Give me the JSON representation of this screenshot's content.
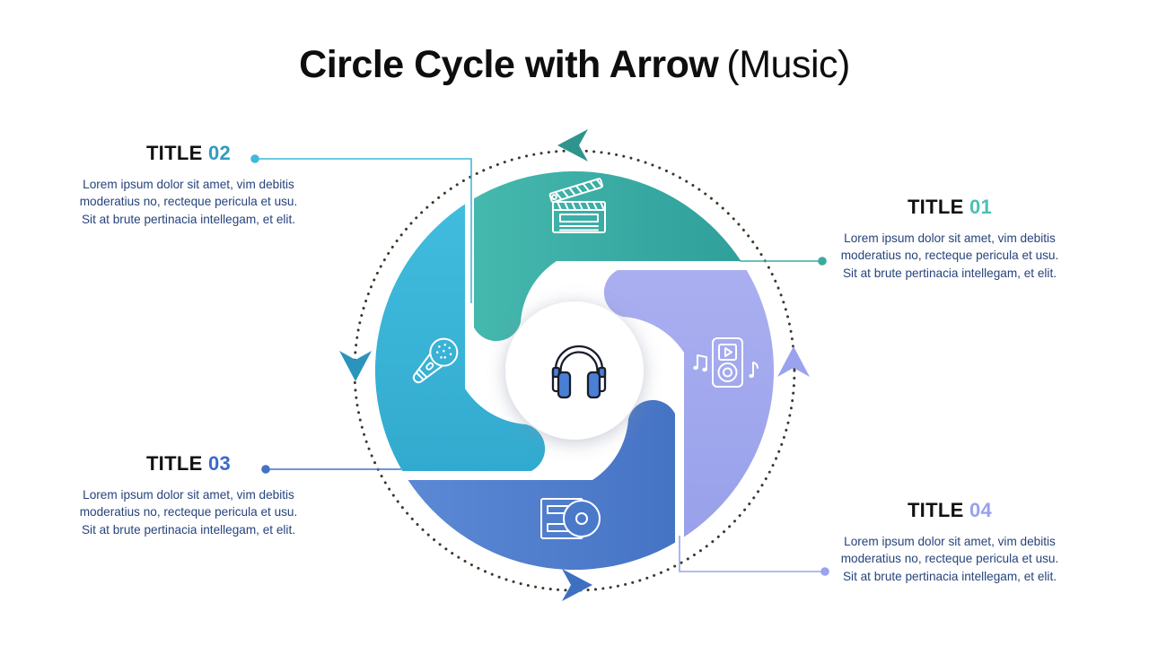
{
  "slide": {
    "title_bold": "Circle Cycle with Arrow",
    "title_light": "(Music)"
  },
  "items": [
    {
      "label": "TITLE",
      "number": "01",
      "number_color": "#4BBFB4",
      "accent_color": "#3AAC9F",
      "segment_color_light": "#4CC0B4",
      "segment_color_dark": "#2E9E99",
      "icon": "clapperboard-icon",
      "body": "Lorem ipsum dolor sit amet, vim debitis moderatius no, recteque pericula et usu. Sit at brute pertinacia intellegam, et elit.",
      "body_lines": [
        "Lorem ipsum dolor sit amet, vim debitis",
        "moderatius no, recteque pericula et usu.",
        "Sit at brute pertinacia intellegam, et elit."
      ]
    },
    {
      "label": "TITLE",
      "number": "02",
      "number_color": "#2C9DC0",
      "accent_color": "#3FB9DC",
      "segment_color_light": "#41BDDE",
      "segment_color_dark": "#2EA5CB",
      "icon": "microphone-icon",
      "body": "Lorem ipsum dolor sit amet, vim debitis moderatius no, recteque pericula et usu. Sit at brute pertinacia intellegam, et elit.",
      "body_lines": [
        "Lorem ipsum dolor sit amet, vim debitis",
        "moderatius no, recteque pericula et usu.",
        "Sit at brute pertinacia intellegam, et elit."
      ]
    },
    {
      "label": "TITLE",
      "number": "03",
      "number_color": "#3A6AC8",
      "accent_color": "#4472C4",
      "segment_color_light": "#5D8AD6",
      "segment_color_dark": "#3F6DBF",
      "icon": "cd-icon",
      "body": "Lorem ipsum dolor sit amet, vim debitis moderatius no, recteque pericula et usu. Sit at brute pertinacia intellegam, et elit.",
      "body_lines": [
        "Lorem ipsum dolor sit amet, vim debitis",
        "moderatius no, recteque pericula et usu.",
        "Sit at brute pertinacia intellegam, et elit."
      ]
    },
    {
      "label": "TITLE",
      "number": "04",
      "number_color": "#98A1EB",
      "accent_color": "#9BA3EE",
      "segment_color_light": "#AFB3F2",
      "segment_color_dark": "#97A0E9",
      "icon": "music-player-icon",
      "body": "Lorem ipsum dolor sit amet, vim debitis moderatius no, recteque pericula et usu. Sit at brute pertinacia intellegam, et elit.",
      "body_lines": [
        "Lorem ipsum dolor sit amet, vim debitis",
        "moderatius no, recteque pericula et usu.",
        "Sit at brute pertinacia intellegam, et elit."
      ]
    }
  ],
  "center": {
    "icon": "headphones-icon",
    "circle_color": "#ffffff"
  },
  "ring": {
    "dot_color": "#3B392B",
    "style": "dotted"
  },
  "arrows": [
    {
      "position": "top",
      "direction": "left",
      "color": "#2E948C"
    },
    {
      "position": "left",
      "direction": "down",
      "color": "#2B94BC"
    },
    {
      "position": "bottom",
      "direction": "right",
      "color": "#3E70C0"
    },
    {
      "position": "right",
      "direction": "up",
      "color": "#9BA3EE"
    }
  ]
}
